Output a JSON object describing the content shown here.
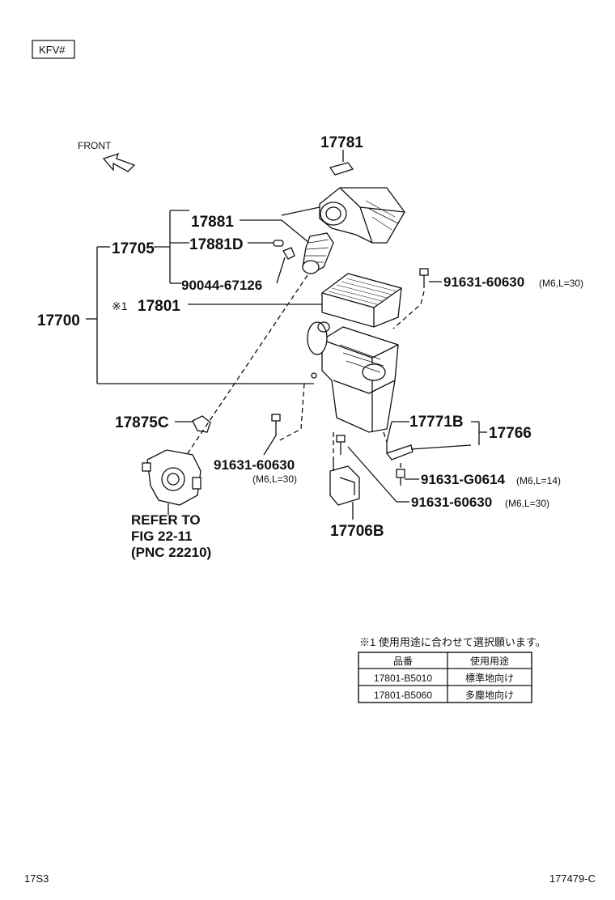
{
  "header": {
    "model_code": "KFV#"
  },
  "orientation": {
    "front_label": "FRONT"
  },
  "labels": {
    "p17781": "17781",
    "p17881": "17881",
    "p17881D": "17881D",
    "p17705": "17705",
    "p90044": "90044-67126",
    "p17700": "17700",
    "note_mark": "※1",
    "p17801": "17801",
    "p91631a": "91631-60630",
    "p91631a_spec": "(M6,L=30)",
    "p17875C": "17875C",
    "p91631b": "91631-60630",
    "p91631b_spec": "(M6,L=30)",
    "p17771B": "17771B",
    "p17766": "17766",
    "p91631G": "91631-G0614",
    "p91631G_spec": "(M6,L=14)",
    "p91631c": "91631-60630",
    "p91631c_spec": "(M6,L=30)",
    "p17706B": "17706B",
    "refer_line1": "REFER TO",
    "refer_line2": "FIG 22-11",
    "refer_line3": "(PNC 22210)"
  },
  "note": {
    "text": "※1 使用用途に合わせて選択願います。",
    "table": {
      "headers": [
        "品番",
        "使用用途"
      ],
      "rows": [
        [
          "17801-B5010",
          "標準地向け"
        ],
        [
          "17801-B5060",
          "多塵地向け"
        ]
      ]
    }
  },
  "footer": {
    "left_code": "17S3",
    "right_code": "177479-C"
  }
}
